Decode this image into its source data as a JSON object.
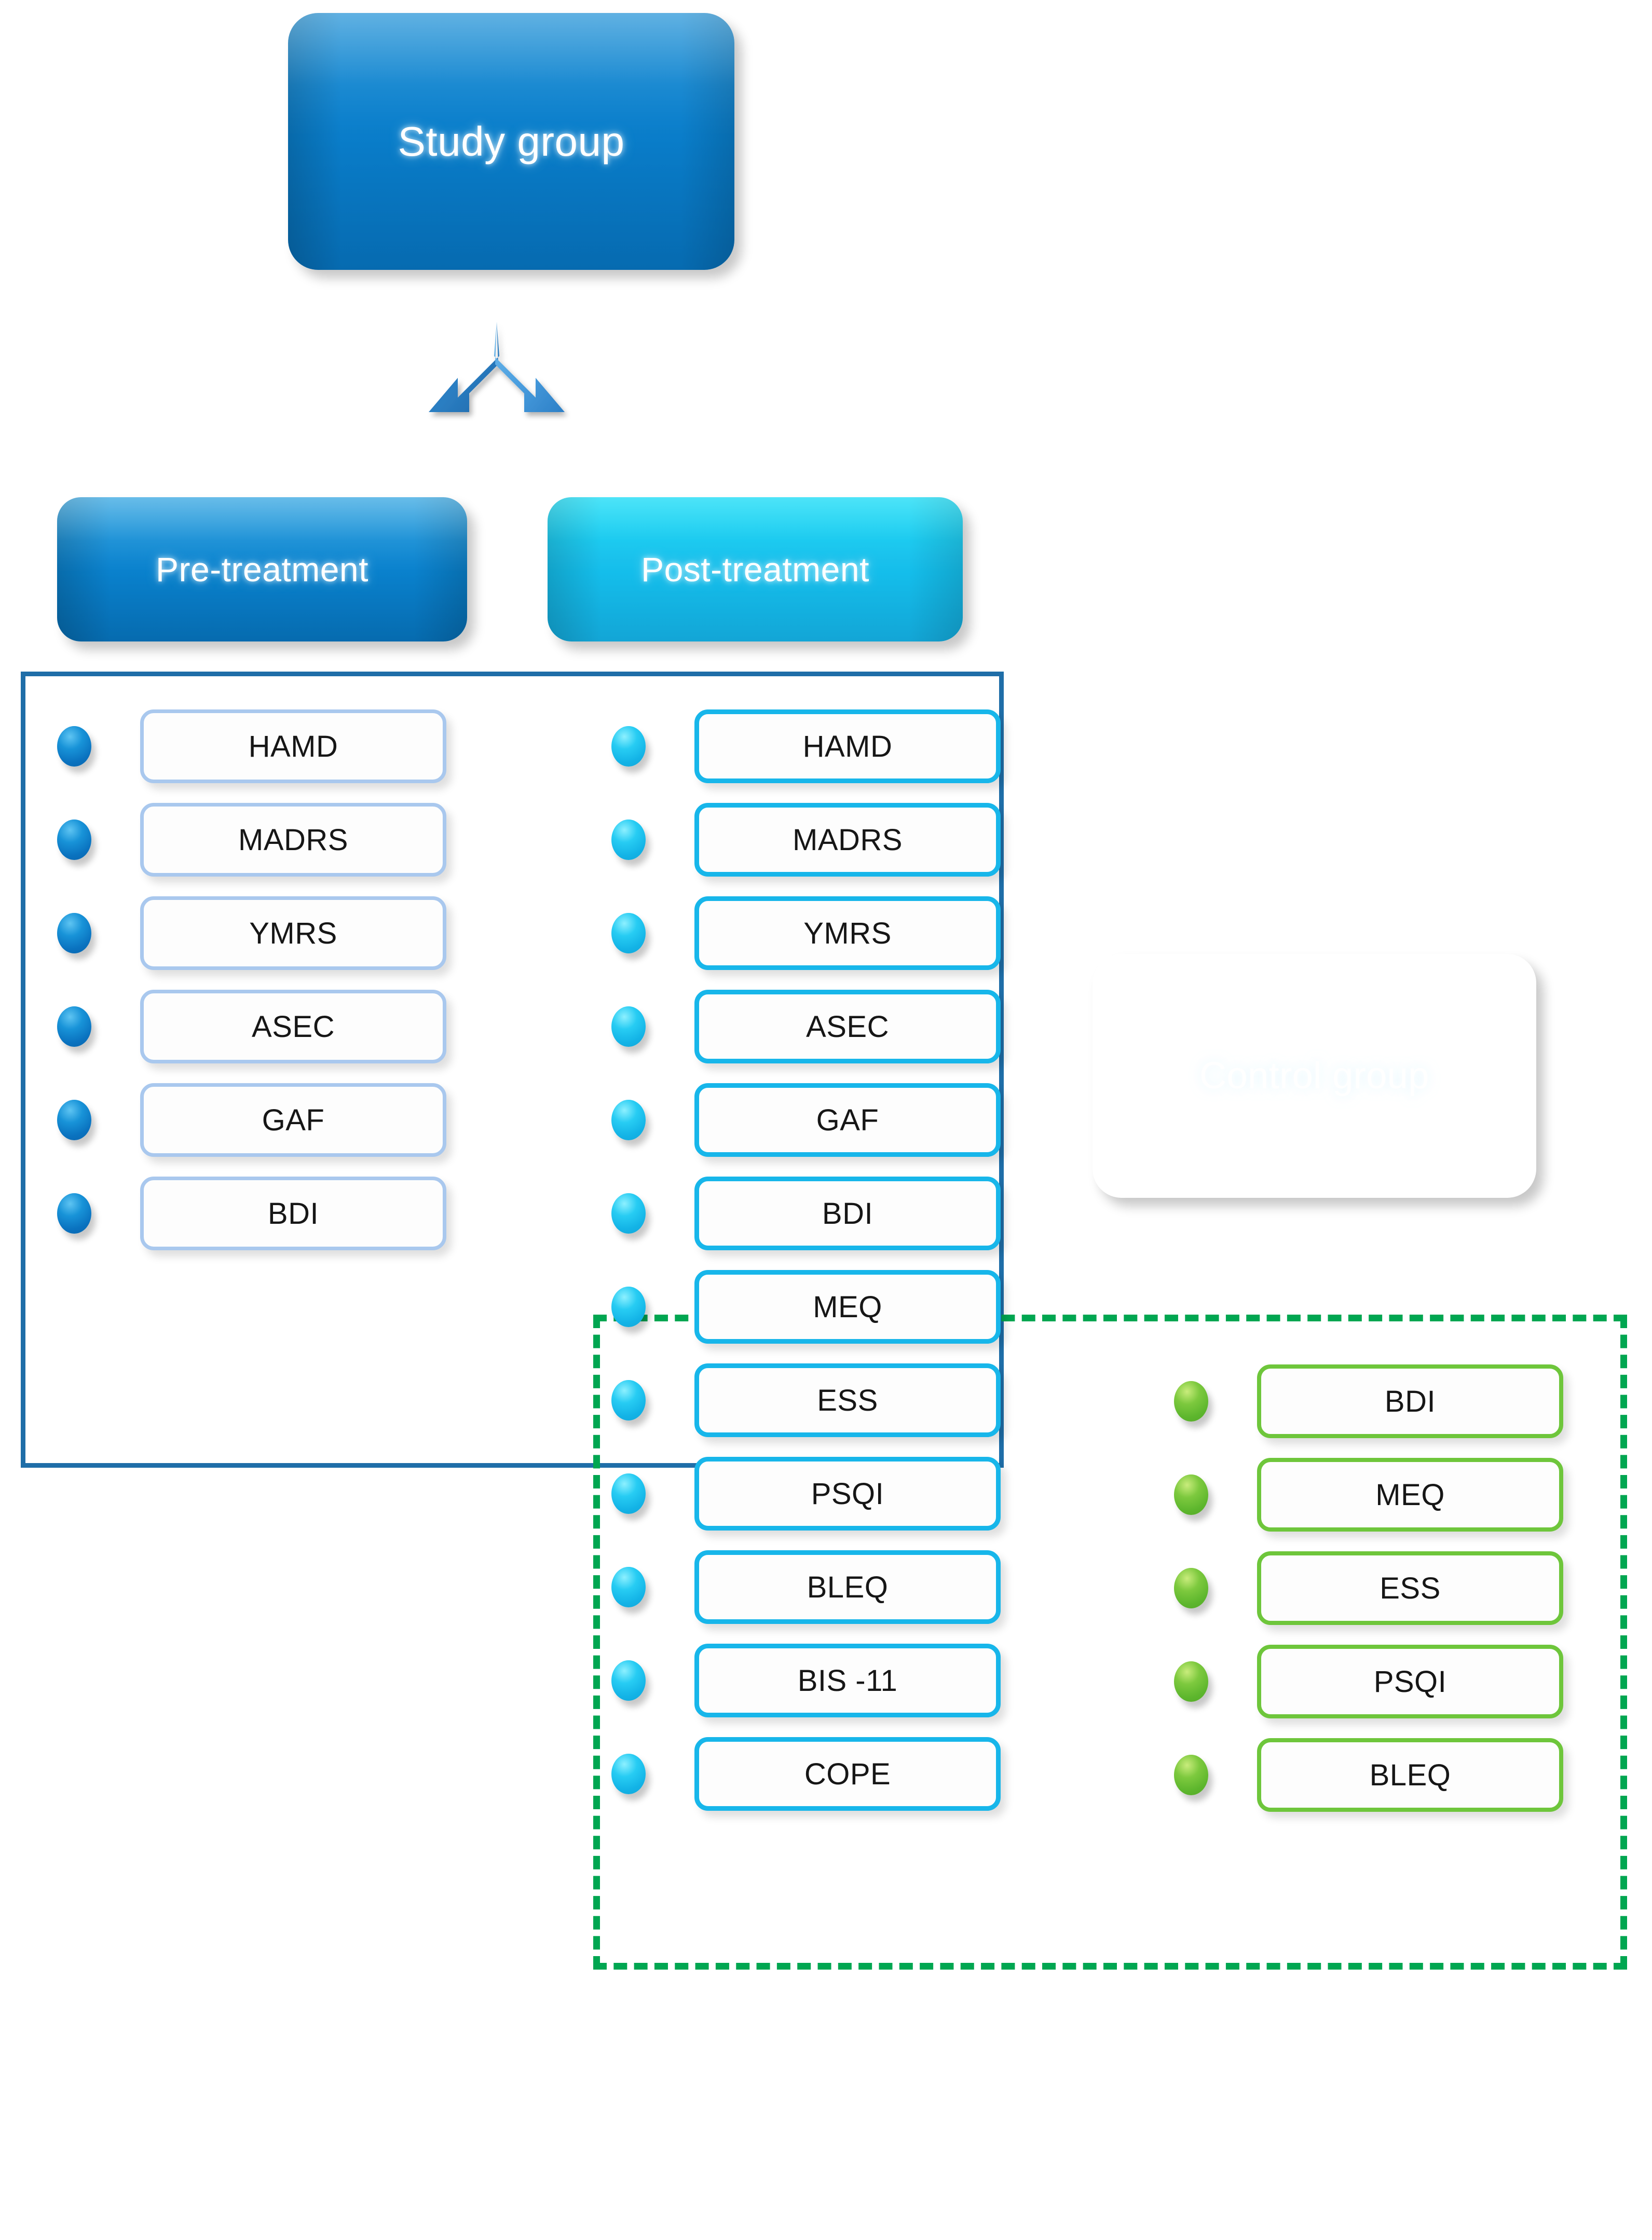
{
  "diagram": {
    "title_nodes": {
      "study_group": "Study group",
      "pre_treatment": "Pre-treatment",
      "post_treatment": "Post-treatment",
      "control_group": "Control group"
    },
    "icons": {
      "split_arrow": "split-down-arrow-icon",
      "bullet": "bullet-sphere-icon"
    },
    "colors": {
      "study_group_fill": "#0a7fcc",
      "pre_treatment_fill": "#0a83cf",
      "post_treatment_fill": "#14c0ec",
      "control_group_fill": "#45b636",
      "study_frame_border": "#1f6ea8",
      "sleep_frame_border": "#00a651",
      "pre_box_border": "#a9c8ee",
      "post_box_border": "#17b6ea",
      "control_box_border": "#6ec63b"
    },
    "pre_treatment_measures": [
      {
        "label": "HAMD"
      },
      {
        "label": "MADRS"
      },
      {
        "label": "YMRS"
      },
      {
        "label": "ASEC"
      },
      {
        "label": "GAF"
      },
      {
        "label": "BDI"
      }
    ],
    "post_treatment_measures": [
      {
        "label": "HAMD"
      },
      {
        "label": "MADRS"
      },
      {
        "label": "YMRS"
      },
      {
        "label": "ASEC"
      },
      {
        "label": "GAF"
      },
      {
        "label": "BDI"
      },
      {
        "label": "MEQ"
      },
      {
        "label": "ESS"
      },
      {
        "label": "PSQI"
      },
      {
        "label": "BLEQ"
      },
      {
        "label": "BIS -11"
      },
      {
        "label": "COPE"
      }
    ],
    "control_group_measures": [
      {
        "label": "BDI"
      },
      {
        "label": "MEQ"
      },
      {
        "label": "ESS"
      },
      {
        "label": "PSQI"
      },
      {
        "label": "BLEQ"
      }
    ]
  }
}
